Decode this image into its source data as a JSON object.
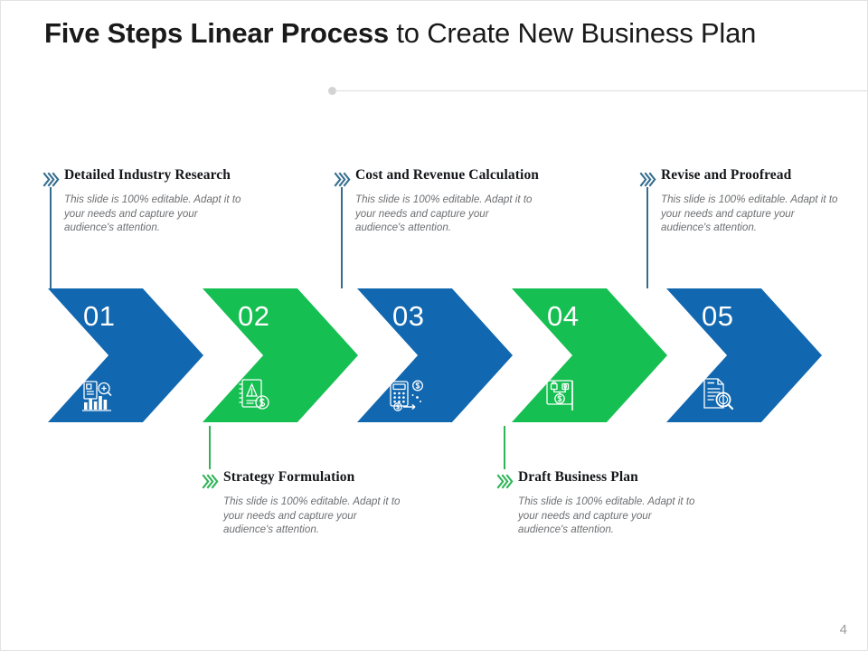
{
  "slide": {
    "title_bold": "Five Steps Linear Process",
    "title_rest": " to Create New Business Plan",
    "page_number": "4",
    "colors": {
      "blue": "#1268b0",
      "green": "#16bf51",
      "top_accent": "#336e8e",
      "bottom_accent": "#2fb457",
      "number_text": "#ffffff",
      "title_text": "#1a1a1a",
      "body_text": "#6d6f72",
      "divider": "#dcdcdc"
    }
  },
  "steps": [
    {
      "number": "01",
      "color": "blue",
      "position": "top",
      "title": "Detailed Industry Research",
      "body": "This slide is 100% editable. Adapt it to your needs and capture your audience's attention.",
      "icon": "document-bar-chart-magnifier-icon",
      "chevron": "double-chevron-right-icon"
    },
    {
      "number": "02",
      "color": "green",
      "position": "bottom",
      "title": "Strategy Formulation",
      "body": "This slide is 100% editable. Adapt it to your needs and capture your audience's attention.",
      "icon": "notepad-growth-dollar-icon",
      "chevron": "double-chevron-right-icon"
    },
    {
      "number": "03",
      "color": "blue",
      "position": "top",
      "title": "Cost and Revenue Calculation",
      "body": "This slide is 100% editable. Adapt it to your needs and capture your audience's attention.",
      "icon": "calculator-dollar-icon",
      "chevron": "double-chevron-right-icon"
    },
    {
      "number": "04",
      "color": "green",
      "position": "bottom",
      "title": "Draft Business Plan",
      "body": "This slide is 100% editable. Adapt it to your needs and capture your audience's attention.",
      "icon": "plan-board-dollar-icon",
      "chevron": "double-chevron-right-icon"
    },
    {
      "number": "05",
      "color": "blue",
      "position": "top",
      "title": "Revise and Proofread",
      "body": "This slide is 100% editable. Adapt it to your needs and capture your audience's attention.",
      "icon": "document-magnifier-icon",
      "chevron": "double-chevron-right-icon"
    }
  ]
}
